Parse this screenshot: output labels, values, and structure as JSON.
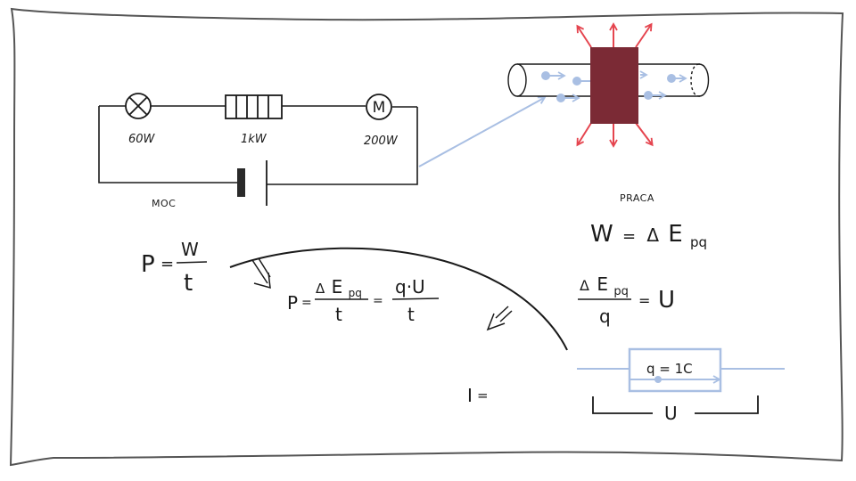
{
  "circuit": {
    "lamp_label": "60W",
    "heater_label": "1kW",
    "motor_symbol": "M",
    "motor_label": "200W",
    "section_label": "MOC"
  },
  "conductor": {
    "colors": {
      "block": "#7b2a35",
      "heat_arrows": "#e5454f",
      "charges": "#a9bfe3"
    }
  },
  "work": {
    "section_label": "PRACA",
    "eq1_lhs": "W",
    "eq1_eq": "=",
    "eq1_delta": "Δ",
    "eq1_E": "E",
    "eq1_sub": "pq",
    "eq2_delta": "Δ",
    "eq2_E": "E",
    "eq2_sub": "pq",
    "eq2_den": "q",
    "eq2_eq": "=",
    "eq2_rhs": "U"
  },
  "power": {
    "p_lhs": "P",
    "p_eq": "=",
    "p_num": "W",
    "p_den": "t",
    "p2_lhs": "P",
    "p2_eq": "=",
    "p2_delta": "Δ",
    "p2_E": "E",
    "p2_sub": "pq",
    "p2_den": "t",
    "p2_eq2": "=",
    "p2_num2": "q·U",
    "p2_den2": "t"
  },
  "current": {
    "lhs": "I",
    "eq": "="
  },
  "charge_box": {
    "label": "q = 1C",
    "voltage_label": "U",
    "color": "#a9bfe3"
  }
}
